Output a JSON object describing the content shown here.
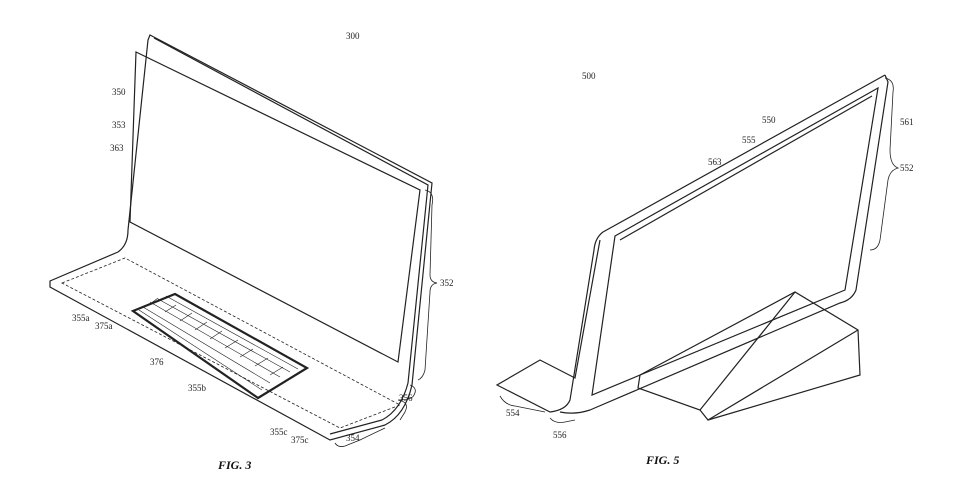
{
  "figure3": {
    "caption": "FIG. 3",
    "labels": {
      "l300": "300",
      "l350": "350",
      "l353": "353",
      "l363": "363",
      "l352": "352",
      "l355a": "355a",
      "l375a": "375a",
      "l376": "376",
      "l355b": "355b",
      "l355c": "355c",
      "l375c": "375c",
      "l354": "354",
      "l356": "356"
    }
  },
  "figure5": {
    "caption": "FIG. 5",
    "labels": {
      "l500": "500",
      "l550": "550",
      "l555": "555",
      "l563": "563",
      "l561": "561",
      "l552": "552",
      "l554": "554",
      "l556": "556"
    }
  }
}
